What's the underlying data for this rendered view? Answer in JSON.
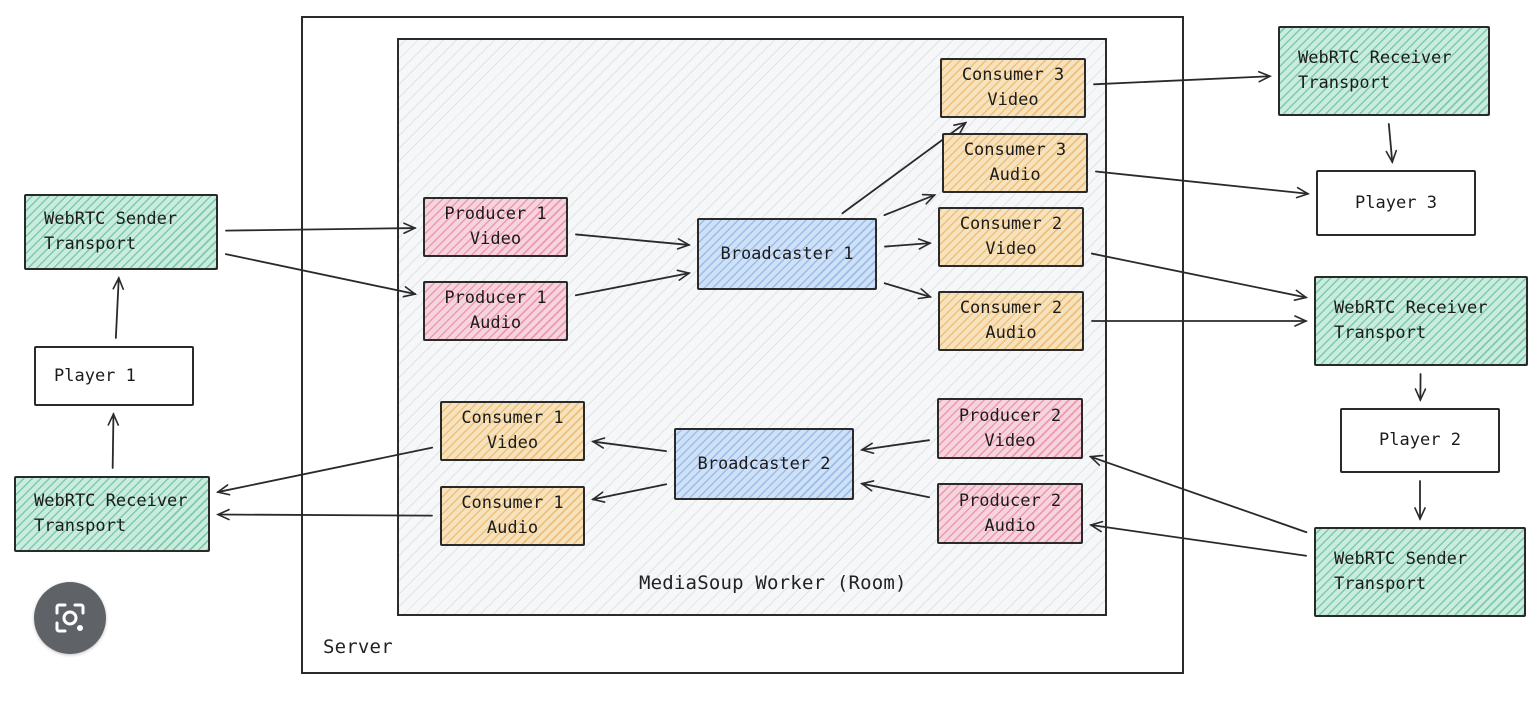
{
  "server": {
    "label": "Server"
  },
  "worker": {
    "label": "MediaSoup Worker (Room)"
  },
  "nodes": {
    "sender_t1": "WebRTC Sender\nTransport",
    "player1": "Player 1",
    "receiver_t1": "WebRTC Receiver\nTransport",
    "producer1_video": "Producer 1\nVideo",
    "producer1_audio": "Producer 1\nAudio",
    "broadcaster1": "Broadcaster 1",
    "consumer3_video": "Consumer 3\nVideo",
    "consumer3_audio": "Consumer 3\nAudio",
    "consumer2_video": "Consumer 2\nVideo",
    "consumer2_audio": "Consumer 2\nAudio",
    "consumer1_video": "Consumer 1\nVideo",
    "consumer1_audio": "Consumer 1\nAudio",
    "broadcaster2": "Broadcaster 2",
    "producer2_video": "Producer 2\nVideo",
    "producer2_audio": "Producer 2\nAudio",
    "receiver_t3": "WebRTC Receiver\nTransport",
    "player3": "Player 3",
    "receiver_t2": "WebRTC Receiver\nTransport",
    "player2": "Player 2",
    "sender_t2": "WebRTC Sender\nTransport"
  },
  "colors": {
    "transport": "#c9ecde",
    "producer": "#f6d4de",
    "consumer": "#f6e2bd",
    "broadcaster": "#cfe1f6",
    "player": "#ffffff",
    "stroke": "#2a2a2a"
  },
  "edges": [
    [
      "sender_t1",
      "producer1_video"
    ],
    [
      "sender_t1",
      "producer1_audio"
    ],
    [
      "player1",
      "sender_t1"
    ],
    [
      "receiver_t1",
      "player1"
    ],
    [
      "producer1_video",
      "broadcaster1"
    ],
    [
      "producer1_audio",
      "broadcaster1"
    ],
    [
      "broadcaster1",
      "consumer3_video"
    ],
    [
      "broadcaster1",
      "consumer3_audio"
    ],
    [
      "broadcaster1",
      "consumer2_video"
    ],
    [
      "broadcaster1",
      "consumer2_audio"
    ],
    [
      "consumer3_video",
      "receiver_t3"
    ],
    [
      "consumer3_audio",
      "player3"
    ],
    [
      "receiver_t3",
      "player3"
    ],
    [
      "consumer2_video",
      "receiver_t2"
    ],
    [
      "consumer2_audio",
      "receiver_t2"
    ],
    [
      "receiver_t2",
      "player2"
    ],
    [
      "player2",
      "sender_t2"
    ],
    [
      "sender_t2",
      "producer2_video"
    ],
    [
      "sender_t2",
      "producer2_audio"
    ],
    [
      "producer2_video",
      "broadcaster2"
    ],
    [
      "producer2_audio",
      "broadcaster2"
    ],
    [
      "broadcaster2",
      "consumer1_video"
    ],
    [
      "broadcaster2",
      "consumer1_audio"
    ],
    [
      "consumer1_video",
      "receiver_t1"
    ],
    [
      "consumer1_audio",
      "receiver_t1"
    ]
  ],
  "lens_button": {
    "icon": "camera-lens-icon"
  }
}
